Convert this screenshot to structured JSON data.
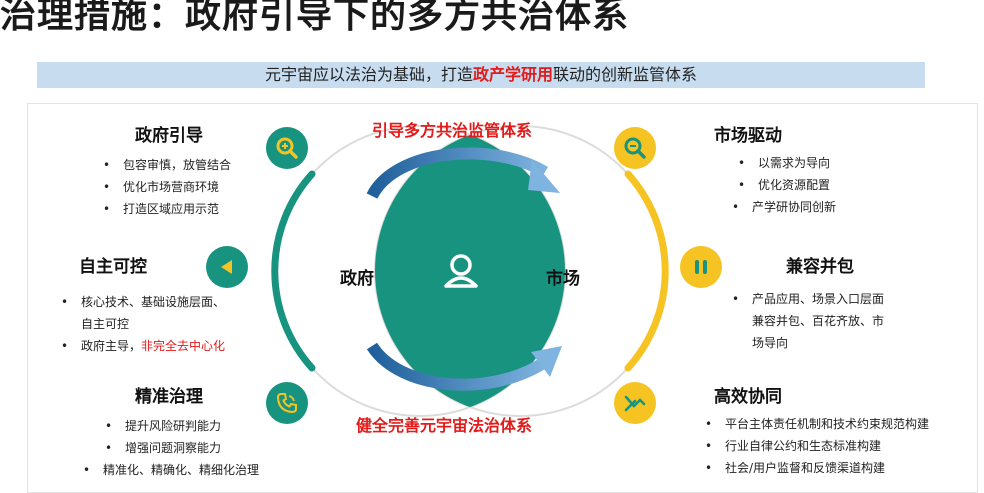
{
  "title": "治理措施：政府引导下的多方共治体系",
  "banner": {
    "prefix": "元宇宙应以法治为基础，打造",
    "highlight": "政产学研用",
    "suffix": "联动的创新监管体系"
  },
  "diagram": {
    "top_arrow_label": "引导多方共治监管体系",
    "bottom_arrow_label": "健全完善元宇宙法治体系",
    "left_circle_label": "政府",
    "right_circle_label": "市场"
  },
  "left_sections": [
    {
      "heading": "政府引导",
      "items": [
        "包容审慎，放管结合",
        "优化市场营商环境",
        "打造区域应用示范"
      ]
    },
    {
      "heading": "自主可控",
      "items": [
        "核心技术、基础设施层面、",
        "自主可控"
      ],
      "item2_prefix": "政府主导，",
      "item2_highlight": "非完全去中心化"
    },
    {
      "heading": "精准治理",
      "items": [
        "提升风险研判能力",
        "增强问题洞察能力",
        "精准化、精确化、精细化治理"
      ]
    }
  ],
  "right_sections": [
    {
      "heading": "市场驱动",
      "items": [
        "以需求为导向",
        "优化资源配置",
        "产学研协同创新"
      ]
    },
    {
      "heading": "兼容并包",
      "items": [
        "产品应用、场景入口层面",
        "兼容并包、百花齐放、市",
        "场导向"
      ]
    },
    {
      "heading": "高效协同",
      "items": [
        "平台主体责任机制和技术约束规范构建",
        "行业自律公约和生态标准构建",
        "社会/用户监督和反馈渠道构建"
      ]
    }
  ],
  "colors": {
    "teal": "#17937f",
    "gold": "#f5c322",
    "red": "#e21b1b",
    "arrow": "#3b7fc0",
    "banner": "#c7dcef"
  },
  "icons": [
    "search-plus-icon",
    "search-minus-icon",
    "volume-icon",
    "pause-icon",
    "phone-icon",
    "handshake-icon",
    "user-icon"
  ]
}
